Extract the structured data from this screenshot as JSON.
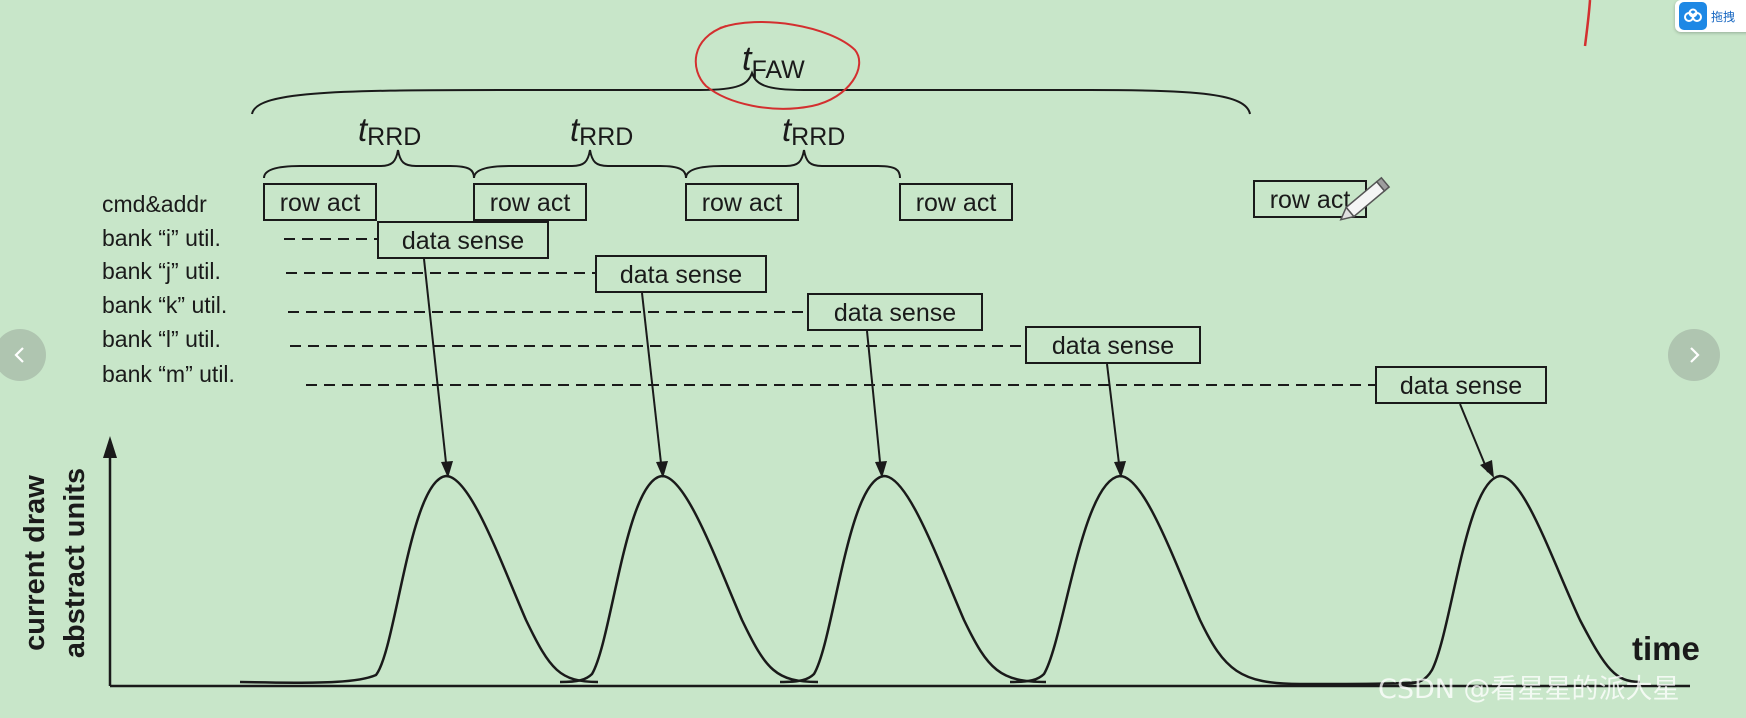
{
  "diagram": {
    "timing_labels": {
      "faw_t": "t",
      "faw_sub": "FAW",
      "rrd_t": "t",
      "rrd_sub": "RRD"
    },
    "row_labels": {
      "cmd": "cmd&addr",
      "bank_i": "bank “i” util.",
      "bank_j": "bank “j” util.",
      "bank_k": "bank “k” util.",
      "bank_l": "bank “l” util.",
      "bank_m": "bank “m” util."
    },
    "command_label": "row act",
    "sense_label": "data sense",
    "y_axis_line1": "current draw",
    "y_axis_line2": "abstract units",
    "x_axis_label": "time"
  },
  "ui": {
    "floating_tool_label": "拖拽",
    "watermark": "CSDN @看星星的派大星"
  },
  "colors": {
    "background": "#c8e6c9",
    "ink": "#1a1a1a",
    "annotation_red": "#d32f2f"
  }
}
